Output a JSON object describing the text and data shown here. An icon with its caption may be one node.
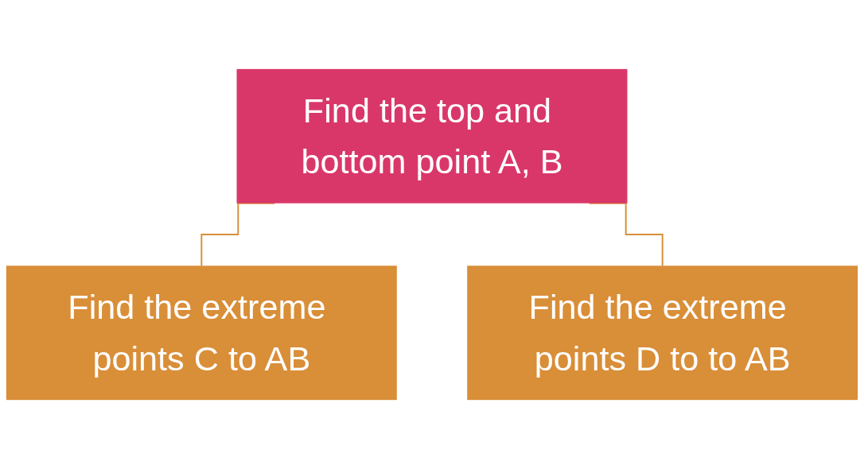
{
  "diagram": {
    "nodes": [
      {
        "text": [
          "Find the top and bottom point A, B"
        ]
      },
      {
        "text": [
          "Find the extreme points C to AB"
        ]
      },
      {
        "text": [
          "Find the extreme points D to to AB"
        ]
      }
    ],
    "edges": [
      {
        "from": 0,
        "to": 1,
        "arrow": "none"
      },
      {
        "from": 0,
        "to": 2,
        "arrow": "none"
      }
    ]
  }
}
